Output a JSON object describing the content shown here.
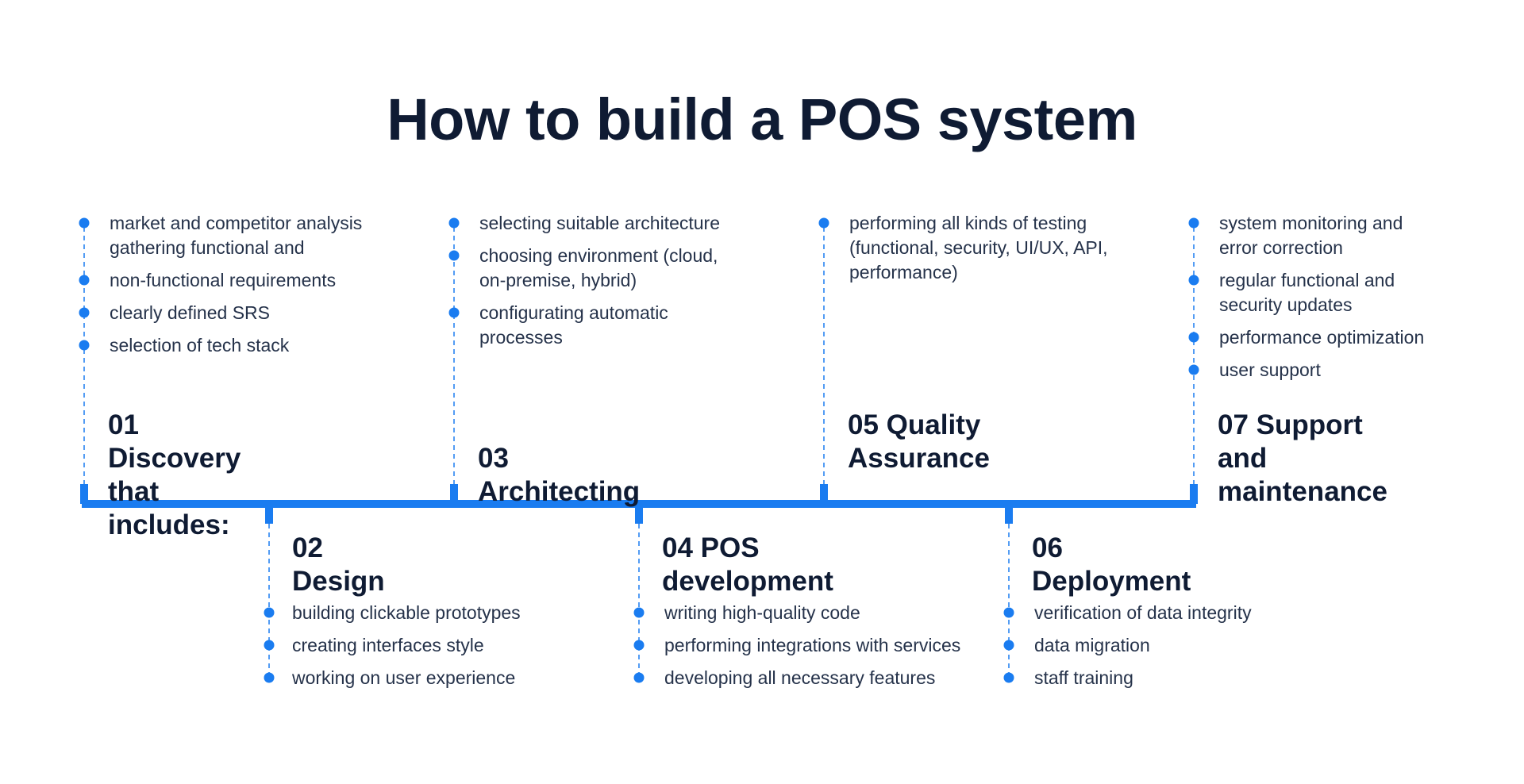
{
  "title": "How to build a POS system",
  "colors": {
    "accent": "#1a7cf0",
    "title": "#0f1b33",
    "text": "#25324a"
  },
  "stages": [
    {
      "id": "01",
      "title": "01 Discovery\nthat includes:",
      "position": "above",
      "bullets": [
        "market and competitor analysis\ngathering functional and",
        "non-functional requirements",
        "clearly defined SRS",
        "selection of tech stack"
      ]
    },
    {
      "id": "02",
      "title": "02 Design",
      "position": "below",
      "bullets": [
        "building clickable prototypes",
        "creating interfaces style",
        "working on user experience"
      ]
    },
    {
      "id": "03",
      "title": "03 Architecting",
      "position": "above",
      "bullets": [
        "selecting suitable architecture",
        "choosing environment (cloud,\non-premise, hybrid)",
        "configurating automatic\nprocesses"
      ]
    },
    {
      "id": "04",
      "title": "04 POS development",
      "position": "below",
      "bullets": [
        "writing high-quality code",
        "performing integrations with services",
        "developing all necessary features"
      ]
    },
    {
      "id": "05",
      "title": "05 Quality\nAssurance",
      "position": "above",
      "bullets": [
        "performing all kinds of testing\n(functional, security, UI/UX, API,\nperformance)"
      ]
    },
    {
      "id": "06",
      "title": "06 Deployment",
      "position": "below",
      "bullets": [
        "verification of data integrity",
        "data migration",
        "staff training"
      ]
    },
    {
      "id": "07",
      "title": "07 Support and\nmaintenance",
      "position": "above",
      "bullets": [
        "system monitoring and\nerror correction",
        "regular functional and\nsecurity updates",
        "performance optimization",
        "user support"
      ]
    }
  ]
}
